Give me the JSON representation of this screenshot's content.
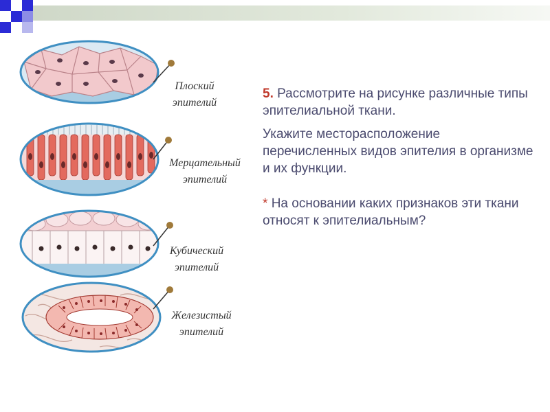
{
  "illustration": {
    "labels": [
      "Плоский\nэпителий",
      "Мерцательный\nэпителий",
      "Кубический\nэпителий",
      "Железистый\nэпителий"
    ]
  },
  "task": {
    "number": "5.",
    "instruction": "Рассмотрите на рисунке различные типы эпителиальной ткани.",
    "question": "Укажите месторасположение перечисленных видов эпителия в организме и их функции.",
    "star": "*",
    "bonus": "На основании каких признаков эти ткани относят к эпителиальным?"
  }
}
